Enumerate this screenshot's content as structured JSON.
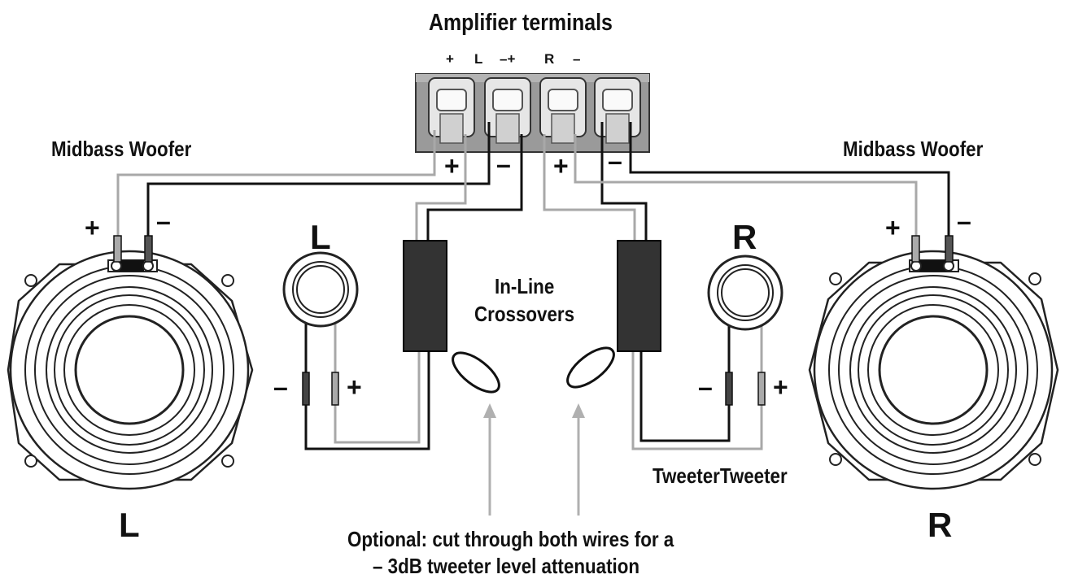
{
  "title": "Amplifier terminals",
  "terminals": [
    "+",
    "L",
    "–+",
    "R",
    "–"
  ],
  "terminal_signs": {
    "p1": "+",
    "m1": "–",
    "p2": "+",
    "m2": "–"
  },
  "left_woofer": {
    "label": "Midbass Woofer",
    "plus": "+",
    "minus": "–",
    "channel": "L"
  },
  "right_woofer": {
    "label": "Midbass Woofer",
    "plus": "+",
    "minus": "–",
    "channel": "R"
  },
  "left_tweeter": {
    "channel": "L",
    "minus": "–",
    "plus": "+"
  },
  "right_tweeter": {
    "channel": "R",
    "minus": "–",
    "plus": "+"
  },
  "crossovers": {
    "line1": "In-Line",
    "line2": "Crossovers"
  },
  "tweeter_caption": "TweeterTweeter",
  "note": {
    "line1": "Optional: cut through both wires for a",
    "line2": "– 3dB tweeter level attenuation"
  },
  "colors": {
    "wire_dark": "#111111",
    "wire_light": "#a8a8a8",
    "terminal_block": "#9a9a9a",
    "crossover": "#333333"
  }
}
